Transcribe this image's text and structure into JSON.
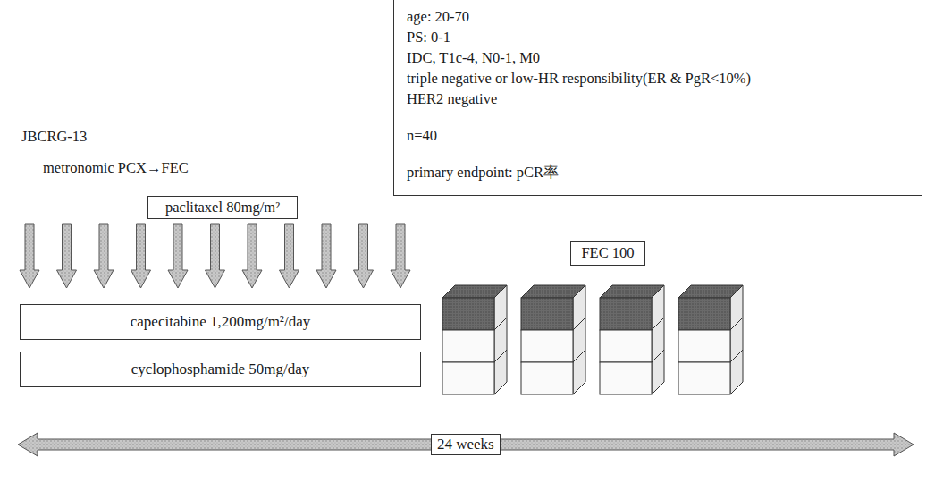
{
  "diagram": {
    "nodes": [
      {
        "text": [
          "age: 20-70",
          "PS: 0-1",
          "IDC, T1c-4, N0-1, M0",
          "triple negative or low-HR responsibility(ER & PgR<10%)",
          "HER2 negative",
          "n=40",
          "primary endpoint: pCR率"
        ]
      },
      {
        "text": [
          "paclitaxel 80mg/m²"
        ]
      },
      {
        "text": [
          "capecitabine 1,200mg/m²/day"
        ]
      },
      {
        "text": [
          "cyclophosphamide 50mg/day"
        ]
      },
      {
        "text": [
          "FEC 100"
        ]
      }
    ],
    "edges": [],
    "labels": [
      "JBCRG-13",
      "metronomic PCX→FEC",
      "24 weeks"
    ]
  }
}
